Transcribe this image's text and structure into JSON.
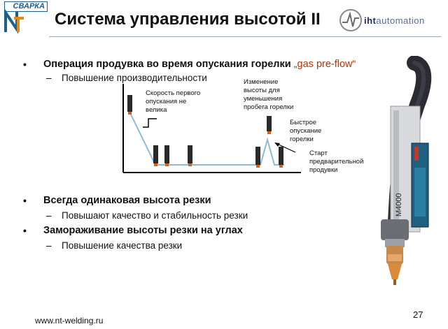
{
  "logo": {
    "tag": "СВАРКА",
    "icon": "nt-welding-logo-icon"
  },
  "slide": {
    "title": "Система управления высотой II",
    "number": "27",
    "url": "www.nt-welding.ru"
  },
  "brand": {
    "name_bold": "iht",
    "name_light": "automation",
    "icon": "iht-circle-logo-icon"
  },
  "bullets": [
    {
      "marker": "•",
      "text": "Операция продувка во время опускания горелки ",
      "quote": "„gas pre-flow“",
      "sub": {
        "marker": "–",
        "text": "Повышение производительности"
      }
    },
    {
      "marker": "•",
      "text": "Всегда одинаковая высота резки",
      "sub": {
        "marker": "–",
        "text": "Повышают качество и стабильность резки"
      }
    },
    {
      "marker": "•",
      "text": "Замораживание высоты резки на углах",
      "sub": {
        "marker": "–",
        "text": "Повышение качества резки"
      }
    }
  ],
  "diagram": {
    "annotations": {
      "first_speed": [
        "Скорость первого",
        "опускания не",
        "велика"
      ],
      "height_change": [
        "Изменение",
        "высоты для",
        "уменьшения",
        "пробега горелки"
      ],
      "fast_descent": [
        "Быстрое",
        "опускание",
        "горелки"
      ],
      "preflow_start": [
        "Старт",
        "предварительной",
        "продувки"
      ]
    },
    "colors": {
      "axis": "#000000",
      "path": "#8fb9d8",
      "torch_body": "#2a2a2a",
      "torch_tip": "#d8601a"
    }
  },
  "device": {
    "label": "M4000"
  }
}
